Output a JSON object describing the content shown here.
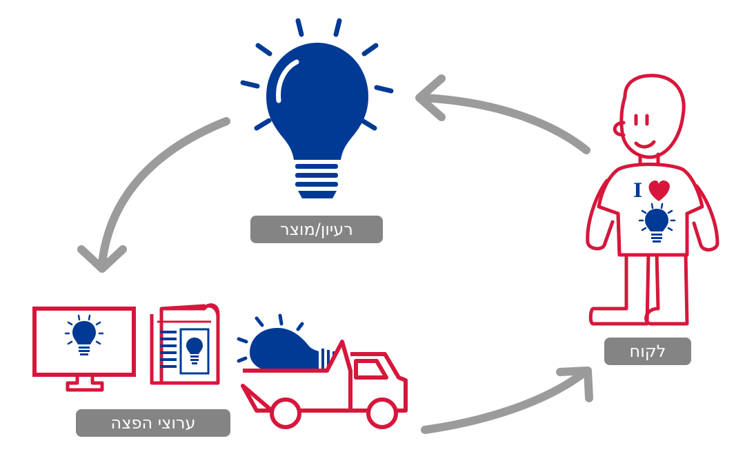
{
  "labels": {
    "idea_product": "רעיון/מוצר",
    "customer": "לקוח",
    "distribution_channels": "ערוצי הפצה"
  },
  "shirt_text": "I",
  "colors": {
    "blue": "#003a95",
    "red": "#d6173b",
    "gray": "#9b9b9b",
    "label_bg": "#848484"
  },
  "icons": [
    "lightbulb-icon",
    "customer-figure-icon",
    "computer-monitor-icon",
    "newspaper-icon",
    "delivery-truck-icon",
    "heart-icon"
  ]
}
